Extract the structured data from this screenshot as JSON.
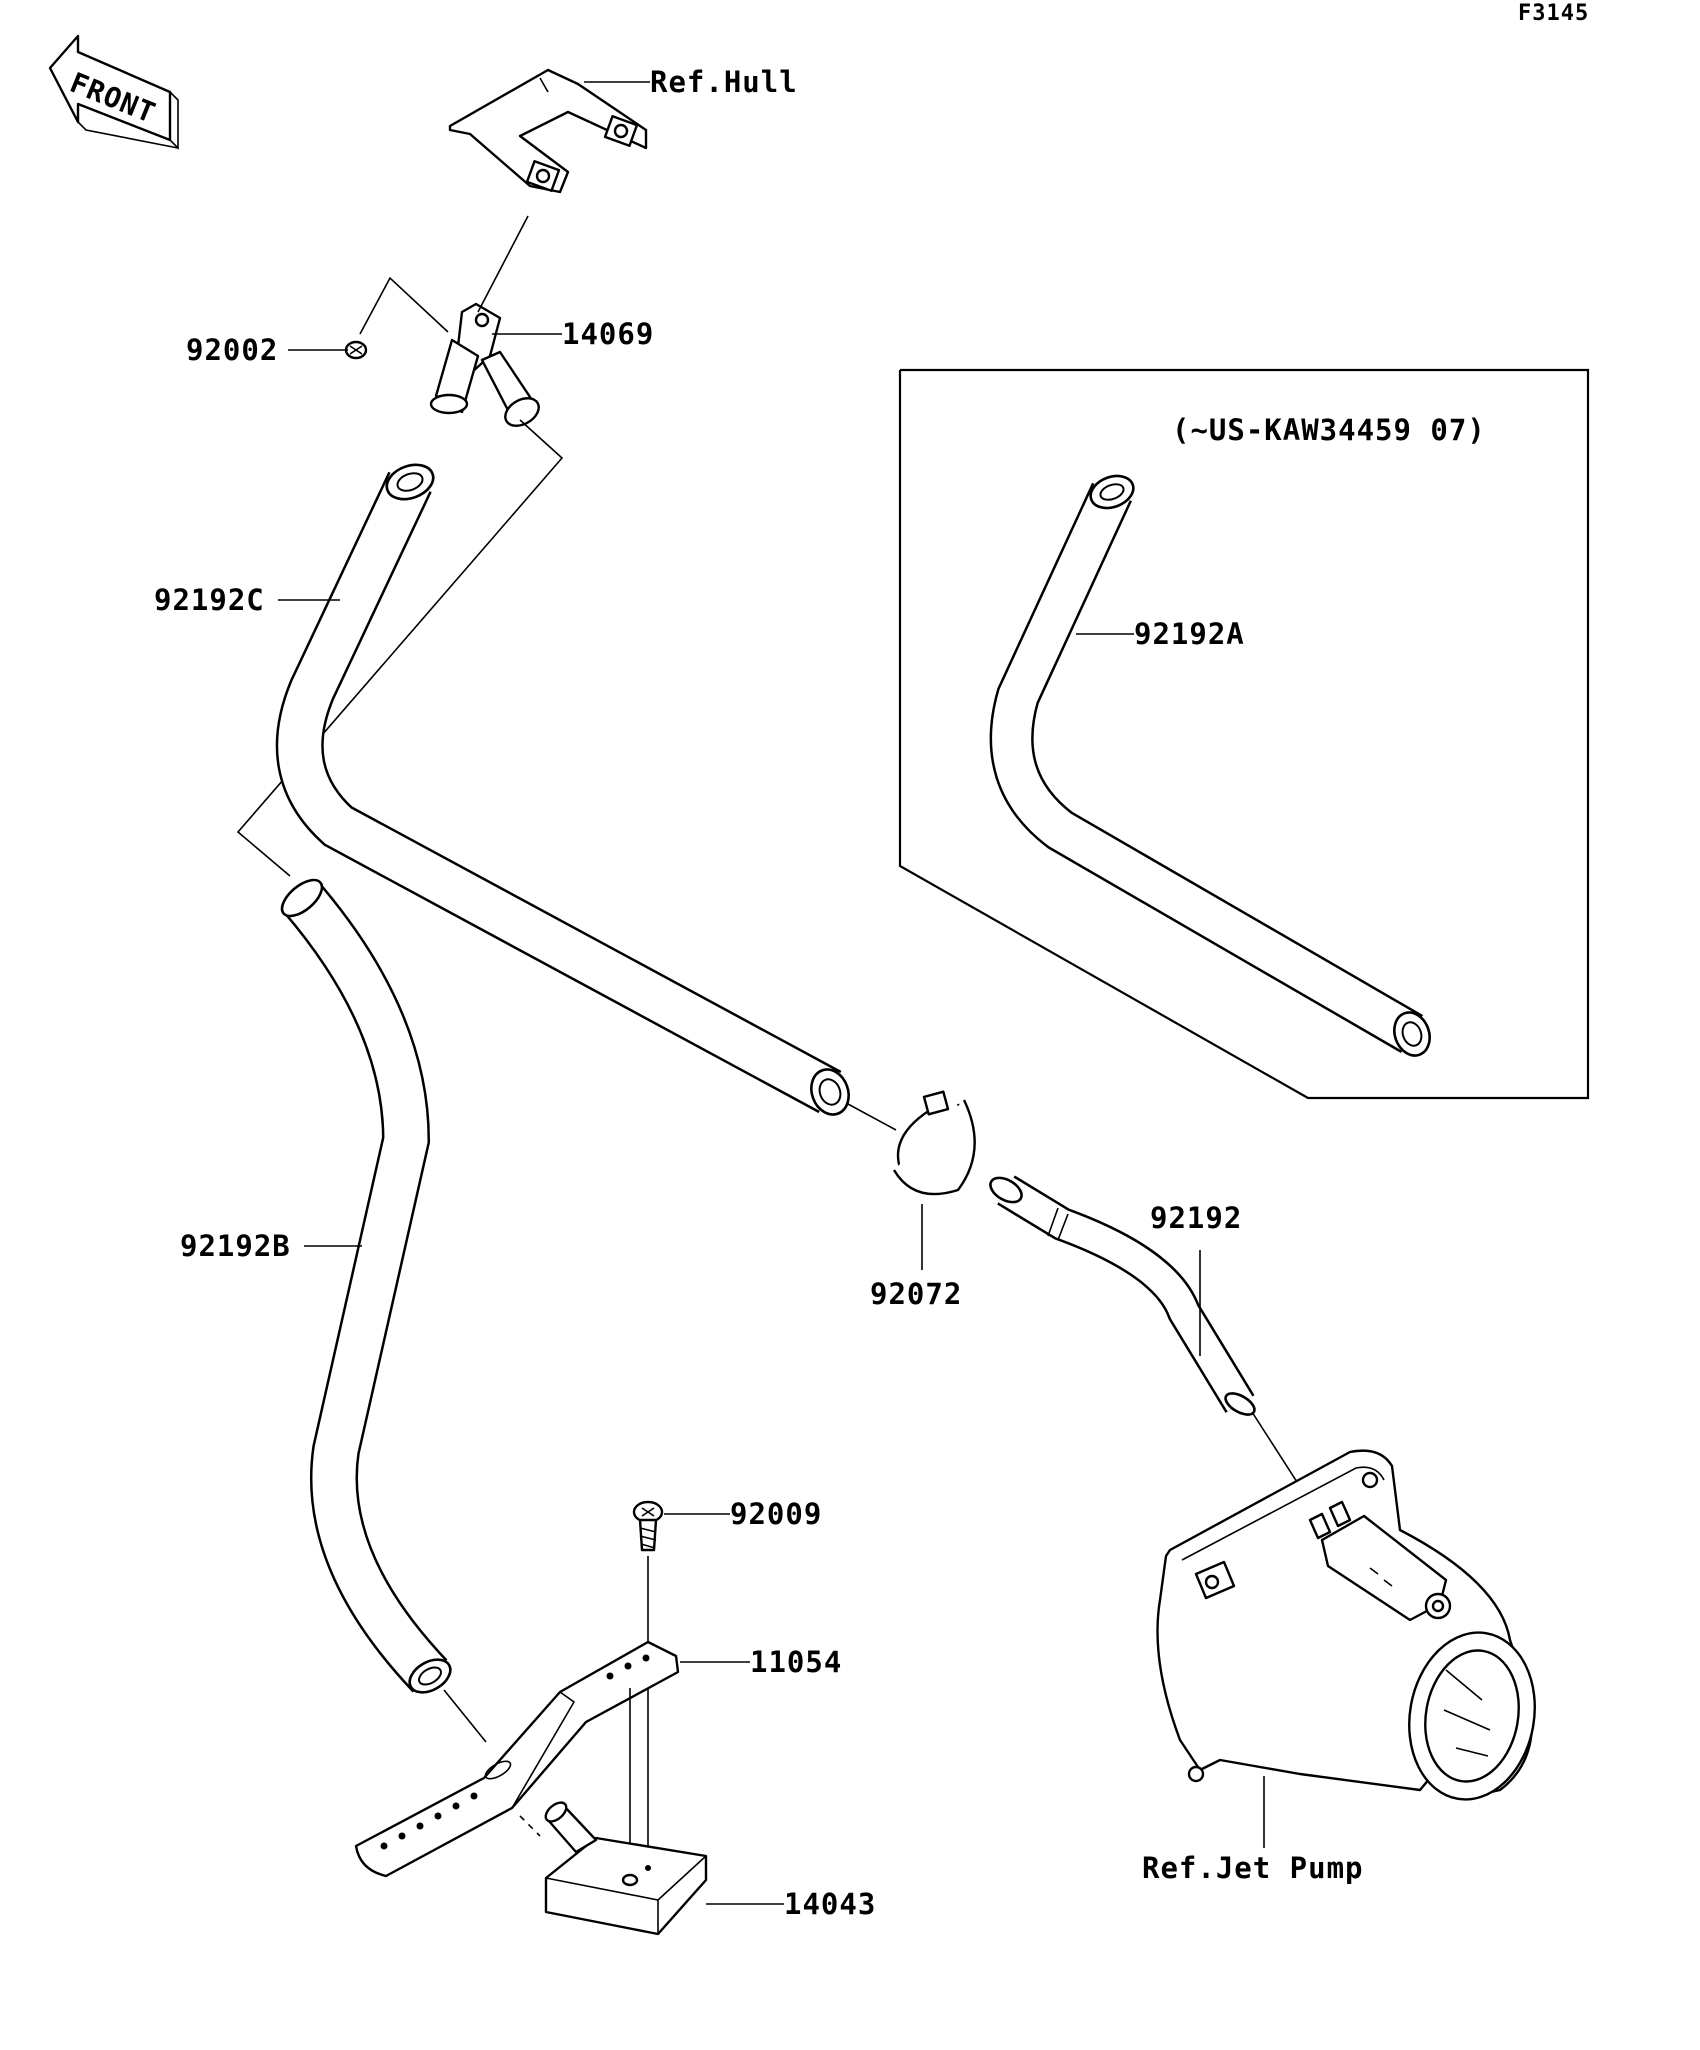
{
  "diagram_code": "F3145",
  "front_label": "FRONT",
  "labels": {
    "ref_hull": "Ref.Hull",
    "p14069": "14069",
    "p92002": "92002",
    "p92192C": "92192C",
    "p92192B": "92192B",
    "p92192A": "92192A",
    "p92192": "92192",
    "p92072": "92072",
    "p92009": "92009",
    "p11054": "11054",
    "p14043": "14043",
    "ref_jet_pump": "Ref.Jet Pump",
    "inset_note": "(~US-KAW34459   07)"
  }
}
